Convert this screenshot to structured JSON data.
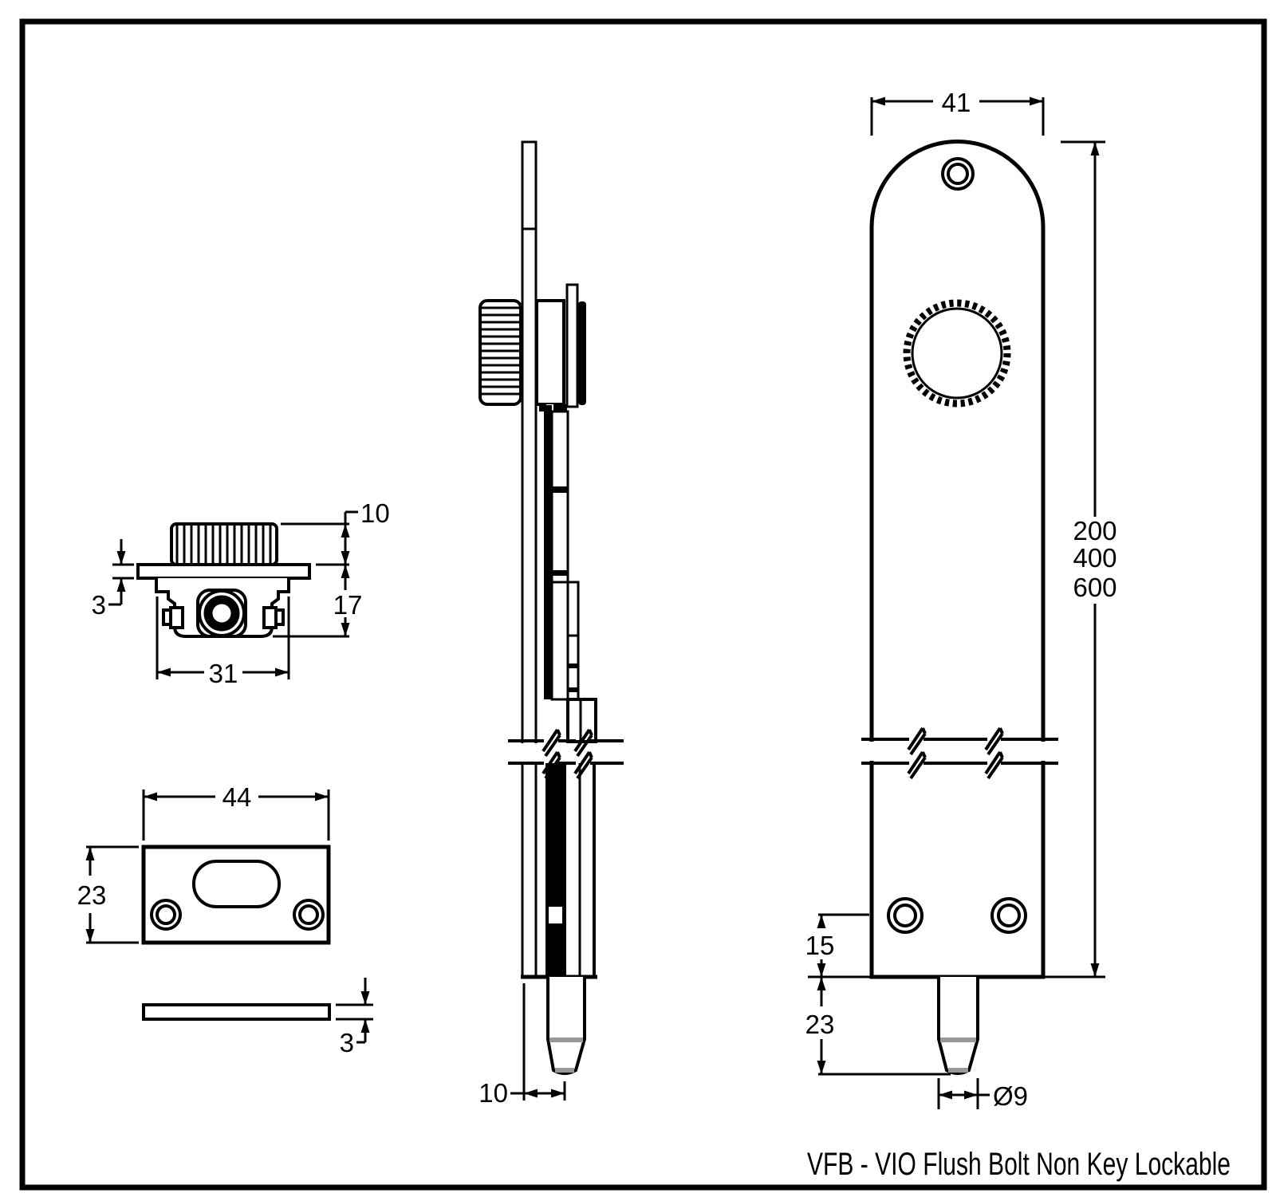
{
  "title": "VFB - VIO Flush Bolt Non Key Lockable",
  "views": {
    "knob_section": {
      "knob_height": "10",
      "body_height": "17",
      "plate_thickness": "3",
      "body_width": "31"
    },
    "strike_plate": {
      "width": "44",
      "height": "23"
    },
    "strike_plate_side": {
      "thickness": "3"
    },
    "side_view": {
      "bolt_offset": "10"
    },
    "front_view": {
      "plate_width": "41",
      "length_options": [
        "200",
        "400",
        "600"
      ],
      "hole_to_edge": "15",
      "bolt_throw": "23",
      "bolt_diameter": "Ø9"
    }
  },
  "colors": {
    "line": "#000000",
    "background": "#ffffff",
    "shade": "#999999"
  }
}
